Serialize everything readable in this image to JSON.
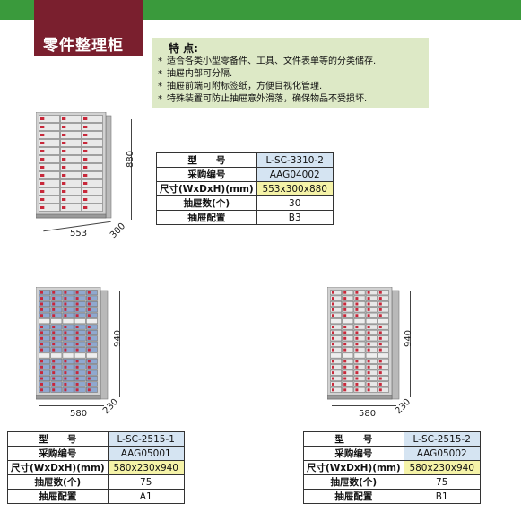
{
  "header": {
    "title": "零件整理柜"
  },
  "features": {
    "heading": "特 点:",
    "items": [
      "适合各类小型零备件、工具、文件表单等的分类储存.",
      "抽屉内部可分隔.",
      "抽屉前端可附标签纸，方便目视化管理.",
      "特殊装置可防止抽屉意外滑落，确保物品不受损坏."
    ]
  },
  "cab1": {
    "w": "553",
    "d": "300",
    "h": "880"
  },
  "cab2": {
    "w": "580",
    "d": "230",
    "h": "940"
  },
  "cab3": {
    "w": "580",
    "d": "230",
    "h": "940"
  },
  "tables": [
    {
      "model_label": "型　　号",
      "model": "L-SC-3310-2",
      "code_label": "采购编号",
      "code": "AAG04002",
      "size_label": "尺寸(WxDxH)(mm)",
      "size": "553x300x880",
      "count_label": "抽屉数(个)",
      "count": "30",
      "config_label": "抽屉配置",
      "config": "B3"
    },
    {
      "model_label": "型　　号",
      "model": "L-SC-2515-1",
      "code_label": "采购编号",
      "code": "AAG05001",
      "size_label": "尺寸(WxDxH)(mm)",
      "size": "580x230x940",
      "count_label": "抽屉数(个)",
      "count": "75",
      "config_label": "抽屉配置",
      "config": "A1"
    },
    {
      "model_label": "型　　号",
      "model": "L-SC-2515-2",
      "code_label": "采购编号",
      "code": "AAG05002",
      "size_label": "尺寸(WxDxH)(mm)",
      "size": "580x230x940",
      "count_label": "抽屉数(个)",
      "count": "75",
      "config_label": "抽屉配置",
      "config": "B1"
    }
  ],
  "colors": {
    "green": "#3a9a3c",
    "maroon": "#7a1f2e",
    "feature_bg": "#dde9c6",
    "blue_cell": "#d5e4f2",
    "yellow_cell": "#f5f3a8",
    "drawer_blue": "#8fa8cf",
    "drawer_grey": "#e7e7e7",
    "label_red": "#c8283a"
  }
}
